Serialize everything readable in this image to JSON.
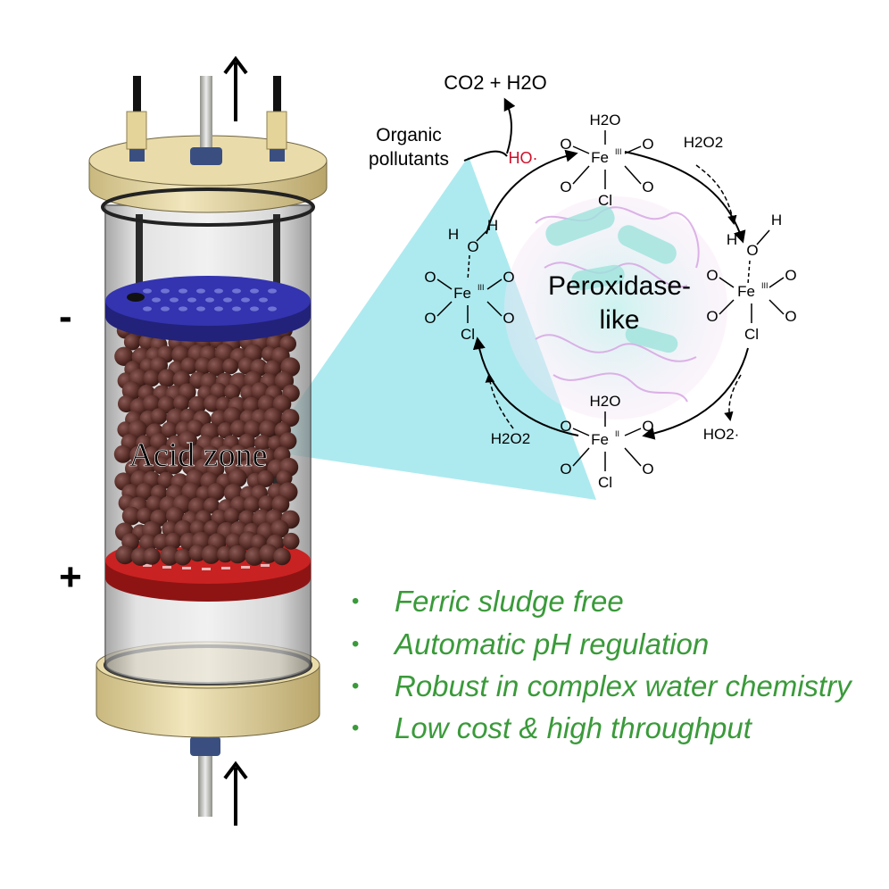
{
  "reactor": {
    "zone_label": "Acid zone",
    "minus_sign": "-",
    "plus_sign": "+"
  },
  "cycle": {
    "product": "CO2 + H2O",
    "pollutants_line1": "Organic",
    "pollutants_line2": "pollutants",
    "radical_ho": "HO·",
    "center_line1": "Peroxidase-",
    "center_line2": "like",
    "h2o2_right": "H2O2",
    "h2o2_left": "H2O2",
    "ho2_radical": "HO2·",
    "ligand_o": "O",
    "ligand_cl": "Cl",
    "ligand_h2o": "H2O",
    "fe": "Fe",
    "fe_ox_iii": "III",
    "fe_ox_ii": "II",
    "h_atom": "H"
  },
  "benefits": [
    "Ferric sludge free",
    "Automatic pH regulation",
    "Robust in complex water chemistry",
    "Low cost & high throughput"
  ],
  "colors": {
    "accent_green": "#3a9a3a",
    "radical_red": "#d0102a",
    "cap_beige": "#eadcaa",
    "anode_red": "#c02020",
    "cathode_blue": "#3030a8",
    "particle_brown": "#5a2f2a",
    "callout_cyan": "#9fe6ec"
  }
}
